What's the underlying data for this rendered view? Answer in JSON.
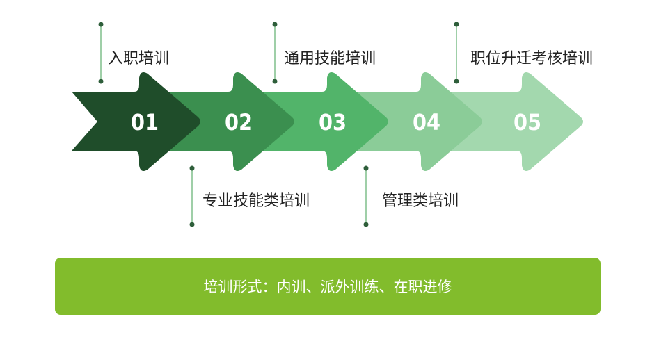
{
  "steps": [
    {
      "num": "01",
      "color": "#1f4d2a"
    },
    {
      "num": "02",
      "color": "#3b8f4f"
    },
    {
      "num": "03",
      "color": "#52b46a"
    },
    {
      "num": "04",
      "color": "#8bcc98"
    },
    {
      "num": "05",
      "color": "#a3d8ae"
    }
  ],
  "labels": {
    "top": [
      "入职培训",
      "通用技能培训",
      "职位升迁考核培训"
    ],
    "bottom": [
      "专业技能类培训",
      "管理类培训"
    ]
  },
  "line_color": "#2e5e3a",
  "footer": "培训形式：内训、派外训练、在职进修"
}
